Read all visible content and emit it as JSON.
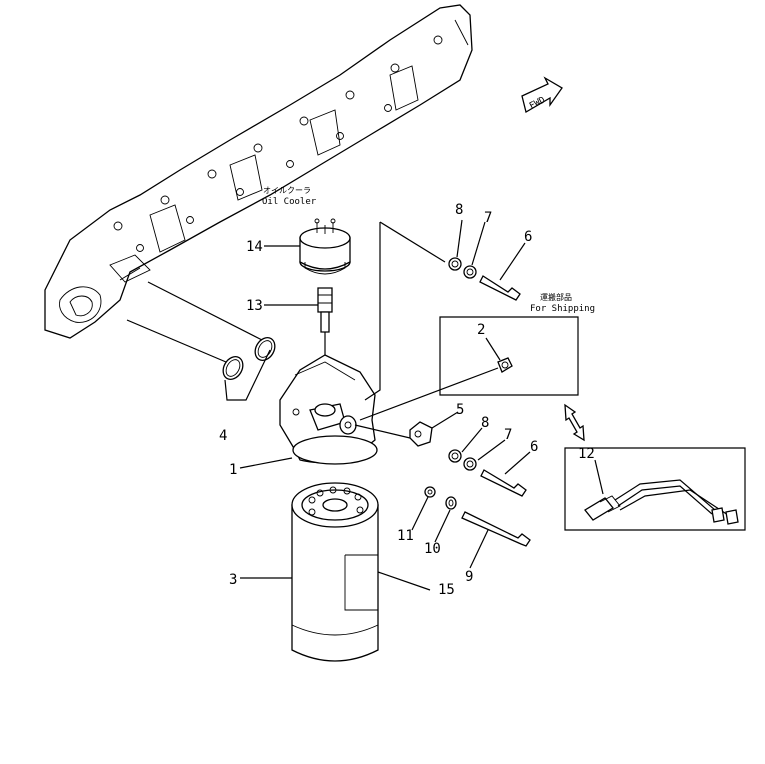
{
  "diagram": {
    "fwd_label": "FWD",
    "oil_cooler_jp": "オイルクーラ",
    "oil_cooler_en": "Oil Cooler",
    "shipping_jp": "運搬部品",
    "shipping_en": "For Shipping",
    "callouts": {
      "c1": "1",
      "c2": "2",
      "c3": "3",
      "c4": "4",
      "c5": "5",
      "c6a": "6",
      "c6b": "6",
      "c7a": "7",
      "c7b": "7",
      "c8a": "8",
      "c8b": "8",
      "c9": "9",
      "c10": "10",
      "c11": "11",
      "c12": "12",
      "c13": "13",
      "c14": "14",
      "c15": "15"
    }
  }
}
